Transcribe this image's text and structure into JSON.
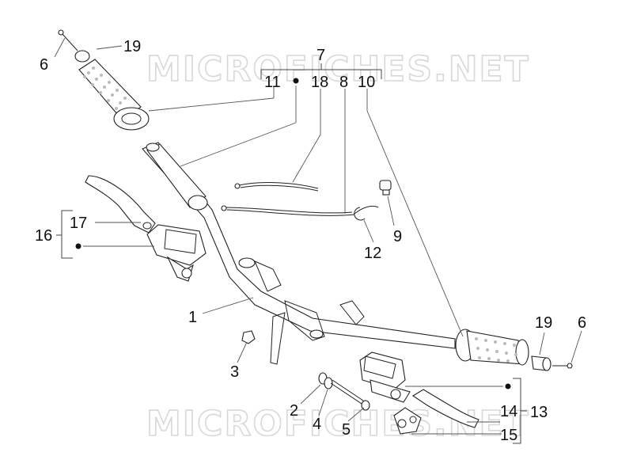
{
  "watermark": "MICROFICHES.NET",
  "callouts": {
    "c6_left": "6",
    "c19_left": "19",
    "c7": "7",
    "c11": "11",
    "c18": "18",
    "c8": "8",
    "c10": "10",
    "c17": "17",
    "c16": "16",
    "c9": "9",
    "c12": "12",
    "c1": "1",
    "c3": "3",
    "c2": "2",
    "c4": "4",
    "c5": "5",
    "c19_right": "19",
    "c6_right": "6",
    "c14": "14",
    "c13": "13",
    "c15": "15"
  }
}
